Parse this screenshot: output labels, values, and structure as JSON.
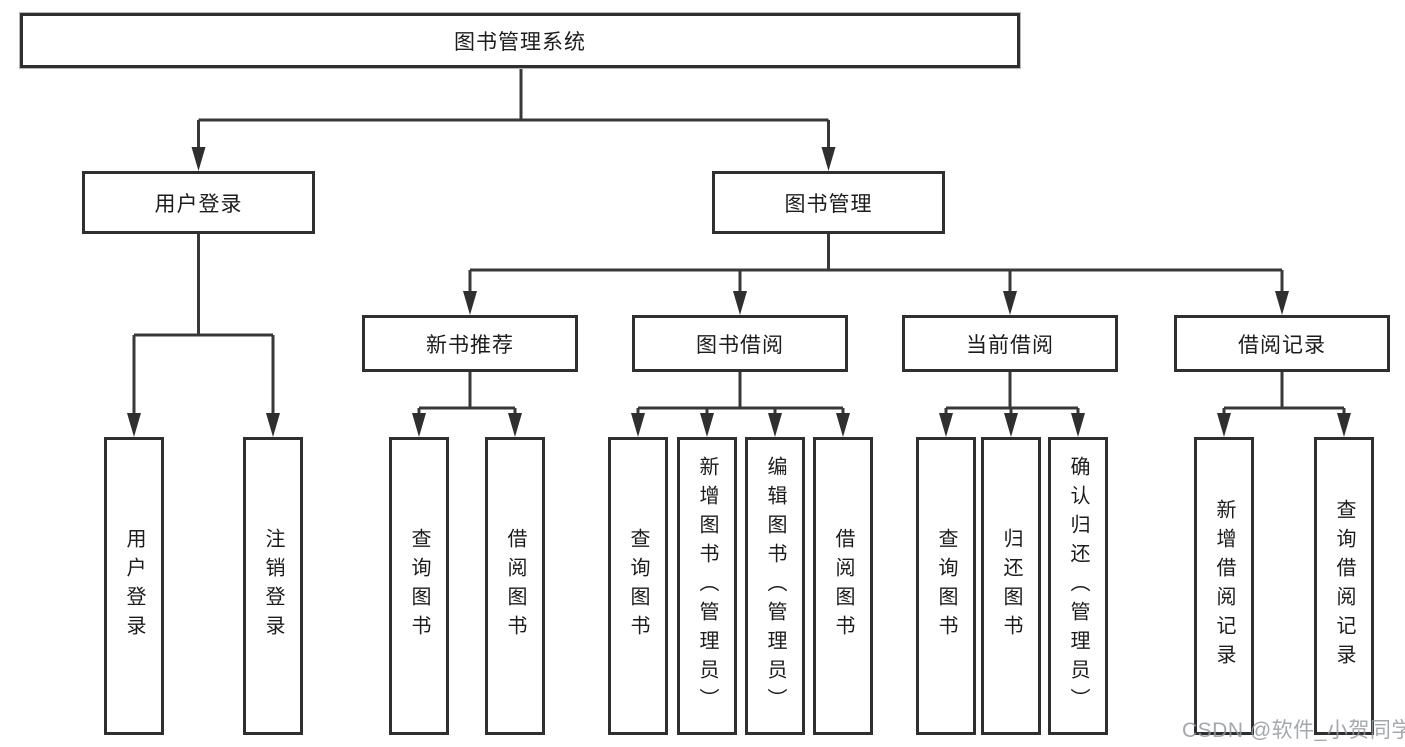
{
  "tree": {
    "root": {
      "label": "图书管理系统",
      "children": [
        {
          "label": "用户登录",
          "children": [
            {
              "label": "用户登录"
            },
            {
              "label": "注销登录"
            }
          ]
        },
        {
          "label": "图书管理",
          "children": [
            {
              "label": "新书推荐",
              "children": [
                {
                  "label": "查询图书"
                },
                {
                  "label": "借阅图书"
                }
              ]
            },
            {
              "label": "图书借阅",
              "children": [
                {
                  "label": "查询图书"
                },
                {
                  "label": "新增图书（管理员）"
                },
                {
                  "label": "编辑图书（管理员）"
                },
                {
                  "label": "借阅图书"
                }
              ]
            },
            {
              "label": "当前借阅",
              "children": [
                {
                  "label": "查询图书"
                },
                {
                  "label": "归还图书"
                },
                {
                  "label": "确认归还（管理员）"
                }
              ]
            },
            {
              "label": "借阅记录",
              "children": [
                {
                  "label": "新增借阅记录"
                },
                {
                  "label": "查询借阅记录"
                }
              ]
            }
          ]
        }
      ]
    }
  },
  "watermark": {
    "text": "CSDN @软件_小贺同学"
  },
  "colors": {
    "line": "#383838",
    "box_border": "#2f2f2f",
    "box_background": "#ffffff",
    "text": "#1c1c1c",
    "watermark": "#96999e"
  }
}
